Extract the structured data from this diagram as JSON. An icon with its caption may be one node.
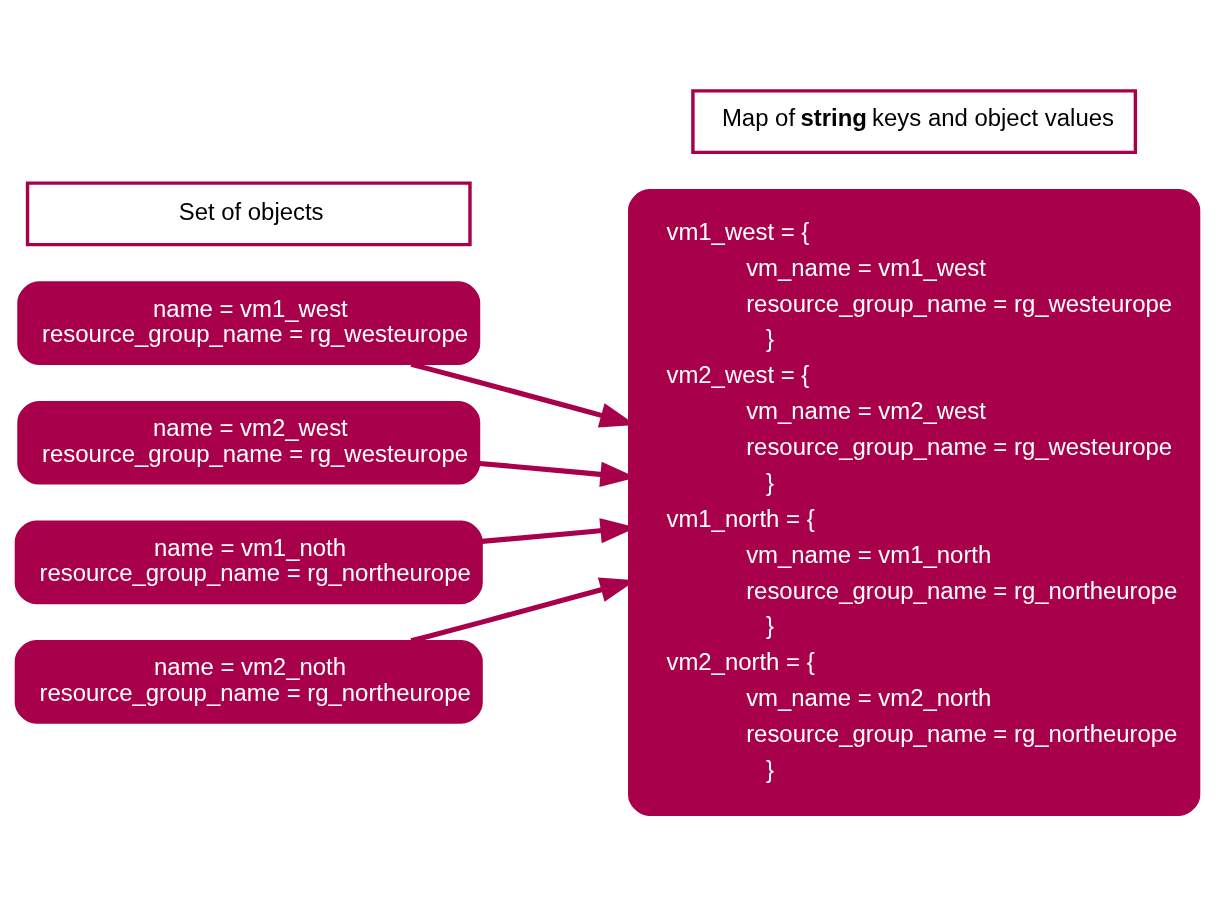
{
  "diagram": {
    "nodes": [
      {
        "text": [
          "Set of objects"
        ]
      },
      {
        "text": [
          "Map of **string** keys and object values"
        ]
      },
      {
        "text": [
          "name = vm1_west",
          "resource_group_name = rg_westeurope"
        ]
      },
      {
        "text": [
          "name = vm2_west",
          "resource_group_name = rg_westeurope"
        ]
      },
      {
        "text": [
          "name = vm1_noth",
          "resource_group_name = rg_northeurope"
        ]
      },
      {
        "text": [
          "name = vm2_noth",
          "resource_group_name = rg_northeurope"
        ]
      },
      {
        "text": [
          "vm1_west = {",
          "vm_name = vm1_west",
          "resource_group_name = rg_westeurope",
          "}",
          "vm2_west = {",
          "vm_name = vm2_west",
          "resource_group_name = rg_westeurope",
          "}",
          "vm1_north = {",
          "vm_name = vm1_north",
          "resource_group_name = rg_northeurope",
          "}",
          "vm2_north = {",
          "vm_name = vm2_north",
          "resource_group_name = rg_northeurope",
          "}"
        ]
      }
    ],
    "edges": [
      {
        "from": 2,
        "to": 6,
        "arrow": "to"
      },
      {
        "from": 3,
        "to": 6,
        "arrow": "to"
      },
      {
        "from": 4,
        "to": 6,
        "arrow": "to"
      },
      {
        "from": 5,
        "to": 6,
        "arrow": "to"
      }
    ]
  }
}
